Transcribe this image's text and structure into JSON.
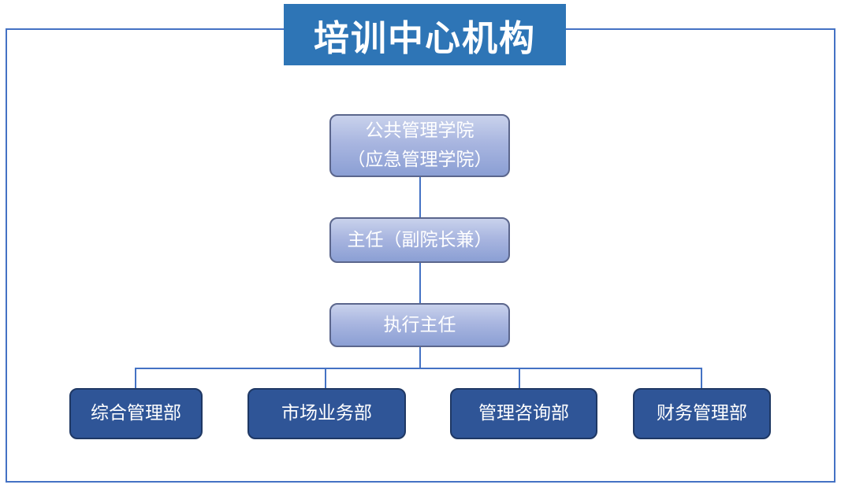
{
  "page": {
    "title": "培训中心机构",
    "colors": {
      "title_bg": "#2E75B6",
      "frame_border": "#4472C4",
      "mid_box_gradient_top": "#C9D2EC",
      "mid_box_gradient_bottom": "#8B9FD4",
      "mid_box_border": "#5B668C",
      "dept_box_bg": "#2F5597",
      "dept_box_border": "#1F3864",
      "connector": "#4472C4",
      "text": "#FFFFFF"
    }
  },
  "org_chart": {
    "root": {
      "line1": "公共管理学院",
      "line2": "（应急管理学院）"
    },
    "level2": {
      "label": "主任（副院长兼）"
    },
    "level3": {
      "label": "执行主任"
    },
    "departments": [
      {
        "label": "综合管理部"
      },
      {
        "label": "市场业务部"
      },
      {
        "label": "管理咨询部"
      },
      {
        "label": "财务管理部"
      }
    ]
  }
}
